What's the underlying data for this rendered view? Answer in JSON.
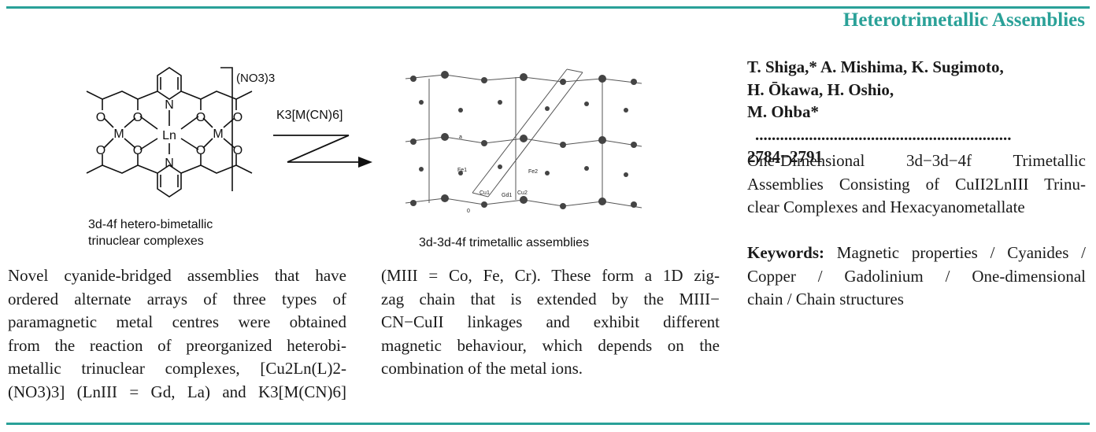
{
  "section_title": "Heterotrimetallic Assemblies",
  "figure_left": {
    "counterion": "(NO3)3",
    "labels": {
      "ln": "Ln",
      "m_left": "M",
      "m_right": "M",
      "n_top": "N",
      "n_bottom": "N",
      "o": "O"
    },
    "caption_line1": "3d-4f hetero-bimetallic",
    "caption_line2": "trinuclear complexes"
  },
  "reagent": "K3[M(CN)6]",
  "figure_right": {
    "caption": "3d-3d-4f trimetallic assemblies",
    "atom_labels": [
      "Fe1",
      "Cu1",
      "Gd1",
      "Cu2",
      "Fe2",
      "0",
      "a"
    ]
  },
  "body_column1": [
    "Novel cyanide-bridged assemblies that have",
    "ordered alternate arrays of three types of",
    "paramagnetic metal centres were obtained",
    "from the reaction of preorganized heterobi-",
    "metallic trinuclear complexes, [Cu2Ln(L)2-",
    "(NO3)3] (LnIII = Gd, La) and K3[M(CN)6]"
  ],
  "body_column2": [
    "(MIII = Co, Fe, Cr). These form a 1D zig-",
    "zag chain that is extended by the MIII−",
    "CN−CuII linkages and exhibit different",
    "magnetic behaviour, which depends on the",
    "combination of the metal ions."
  ],
  "authors": {
    "line1": "T. Shiga,* A. Mishima, K. Sugimoto,",
    "line2": "H. Ōkawa, H. Oshio,",
    "line3_name": "M. Ohba*",
    "dots": "..............................................................",
    "pages": "2784−2791"
  },
  "abstract_title": [
    "One-Dimensional 3d−3d−4f Trimetallic",
    "Assemblies Consisting of CuII2LnIII Trinu-",
    "clear Complexes and Hexacyanometallate"
  ],
  "keywords": {
    "label": "Keywords:",
    "line1": "Magnetic properties / Cyanides /",
    "line2": "Copper / Gadolinium / One-dimensional",
    "line3": "chain / Chain structures"
  },
  "colors": {
    "accent": "#2aa198",
    "text": "#1a1a1a"
  }
}
